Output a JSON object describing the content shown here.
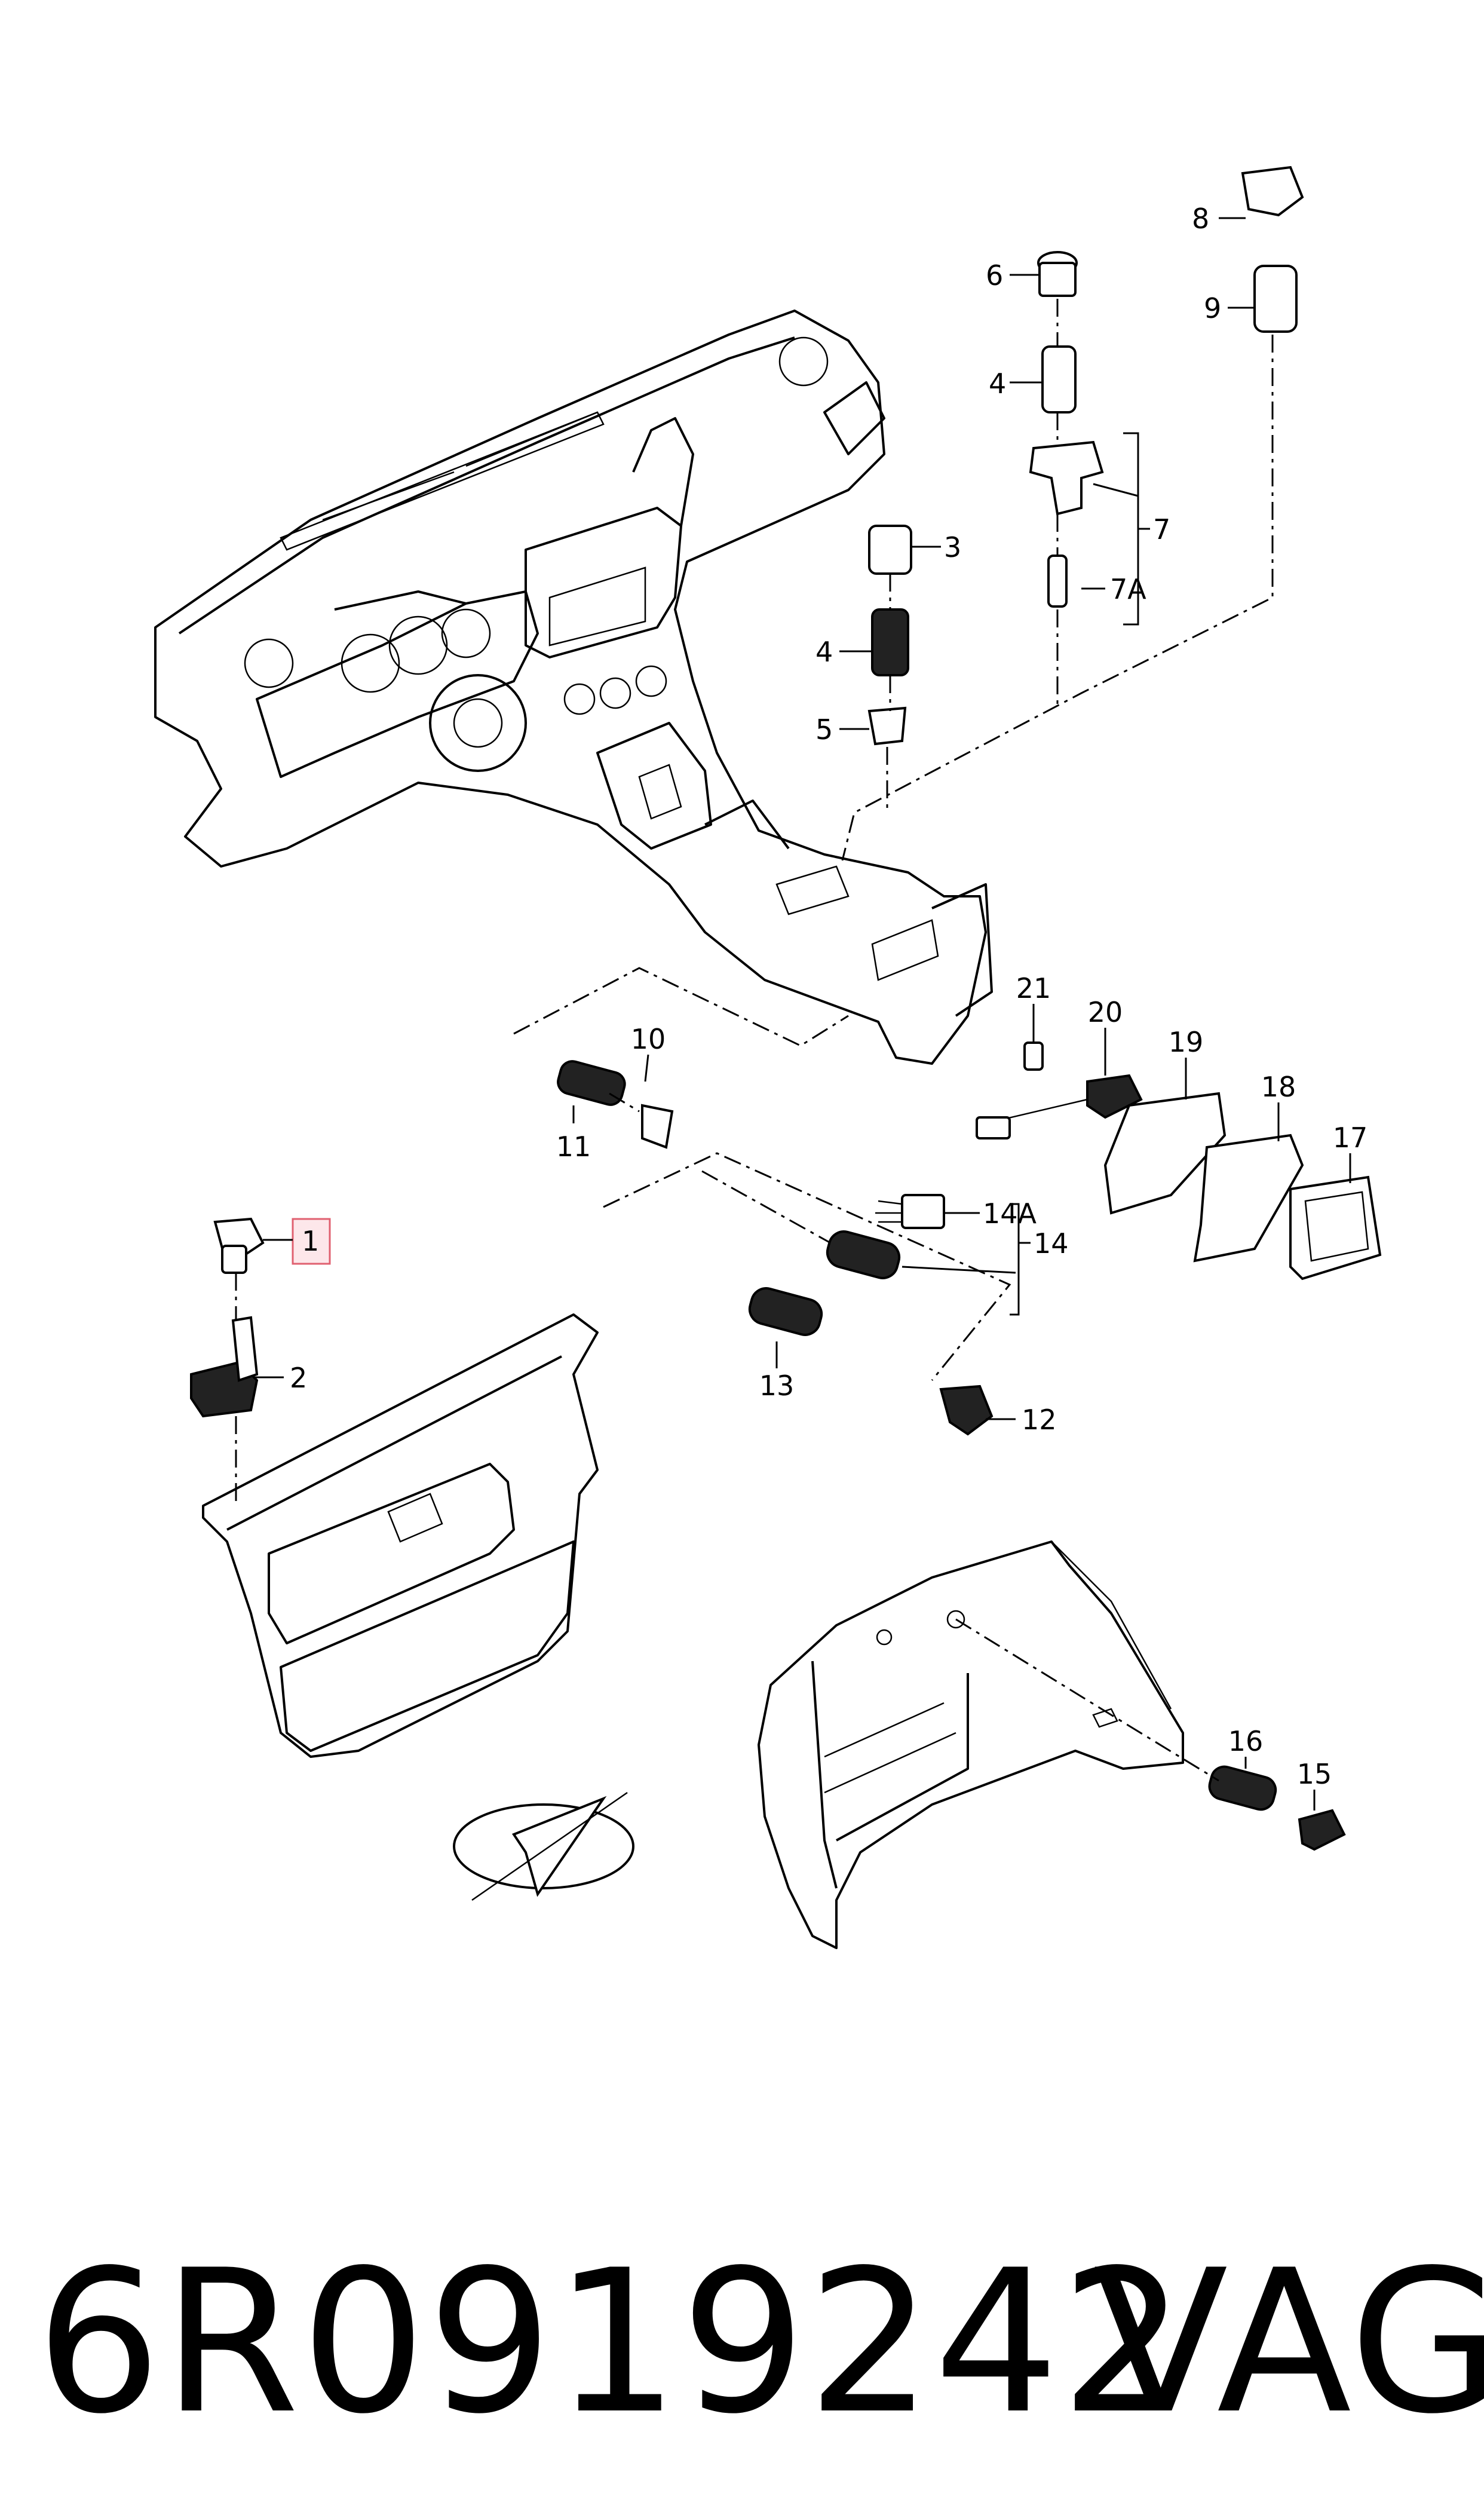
{
  "diagram": {
    "callouts": [
      {
        "id": "1",
        "label": "1",
        "highlighted": true
      },
      {
        "id": "2",
        "label": "2"
      },
      {
        "id": "3",
        "label": "3"
      },
      {
        "id": "4a",
        "label": "4"
      },
      {
        "id": "4b",
        "label": "4"
      },
      {
        "id": "5",
        "label": "5"
      },
      {
        "id": "6",
        "label": "6"
      },
      {
        "id": "7",
        "label": "7"
      },
      {
        "id": "7A",
        "label": "7A"
      },
      {
        "id": "8",
        "label": "8"
      },
      {
        "id": "9",
        "label": "9"
      },
      {
        "id": "10",
        "label": "10"
      },
      {
        "id": "11",
        "label": "11"
      },
      {
        "id": "12",
        "label": "12"
      },
      {
        "id": "13",
        "label": "13"
      },
      {
        "id": "14",
        "label": "14"
      },
      {
        "id": "14A",
        "label": "14A"
      },
      {
        "id": "15",
        "label": "15"
      },
      {
        "id": "16",
        "label": "16"
      },
      {
        "id": "17",
        "label": "17"
      },
      {
        "id": "18",
        "label": "18"
      },
      {
        "id": "19",
        "label": "19"
      },
      {
        "id": "20",
        "label": "20"
      },
      {
        "id": "21",
        "label": "21"
      }
    ],
    "highlight_color": "#e06070"
  },
  "footer": {
    "part_number": "6R0919242",
    "brand": "VAG"
  }
}
